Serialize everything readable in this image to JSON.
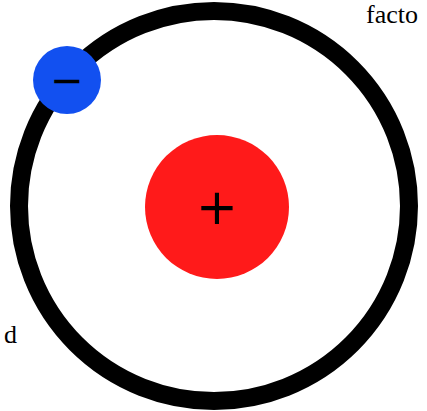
{
  "diagram": {
    "nodes": [
      {
        "text": [
          "−"
        ]
      },
      {
        "text": [
          "+"
        ]
      }
    ],
    "labels": [
      "facto",
      "d"
    ]
  }
}
